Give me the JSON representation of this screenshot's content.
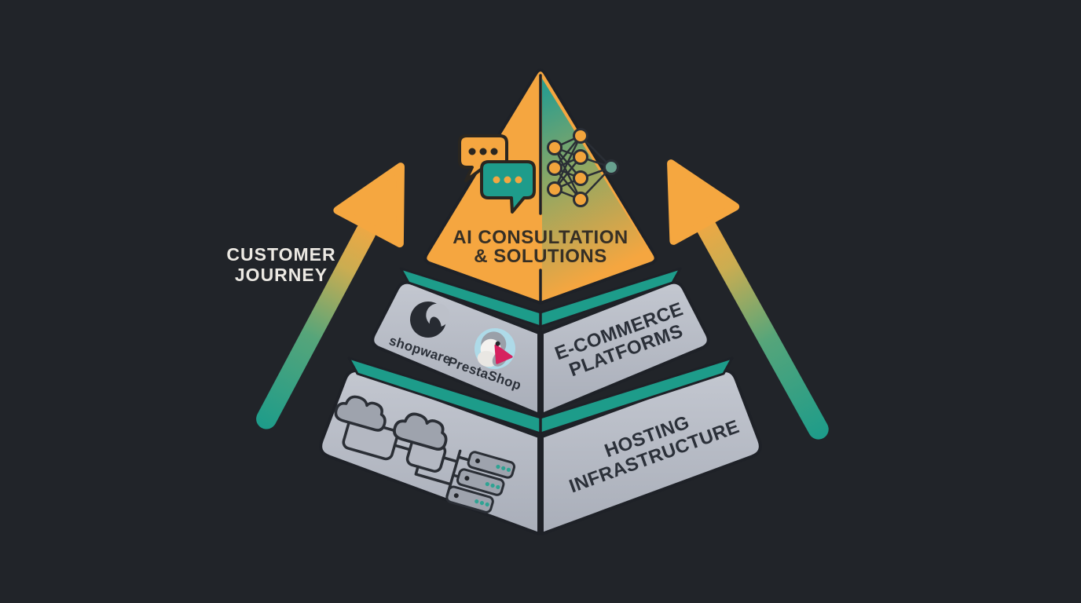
{
  "journey": {
    "line1": "CUSTOMER",
    "line2": "JOURNEY"
  },
  "tiers": {
    "top": {
      "line1": "AI CONSULTATION",
      "line2": "& SOLUTIONS"
    },
    "middle": {
      "line1": "E-COMMERCE",
      "line2": "PLATFORMS",
      "logos": {
        "shopware": "shopware",
        "prestashop": "PrestaShop"
      }
    },
    "bottom": {
      "line1": "HOSTING",
      "line2": "INFRASTRUCTURE"
    }
  },
  "icons": {
    "top": [
      "chat-bubbles-icon",
      "neural-network-icon"
    ],
    "middle": [
      "shopware-logo",
      "prestashop-logo"
    ],
    "bottom": [
      "clouds-icon",
      "server-stack-icon"
    ],
    "sides": [
      "journey-arrow-left",
      "journey-arrow-right"
    ]
  },
  "colors": {
    "background": "#212429",
    "orange": "#F5A640",
    "teal": "#1D9C8A",
    "tier_gray": "#B9BEC7",
    "icon_gray": "#9EA3AD",
    "outline": "#1E2127",
    "text_dark": "#2B3039",
    "text_on_orange": "#362F25",
    "text_light": "#ECE9E3",
    "prestashop_blue": "#AEDAE8",
    "prestashop_pink": "#D6215F",
    "shopware_dark": "#272B32"
  }
}
